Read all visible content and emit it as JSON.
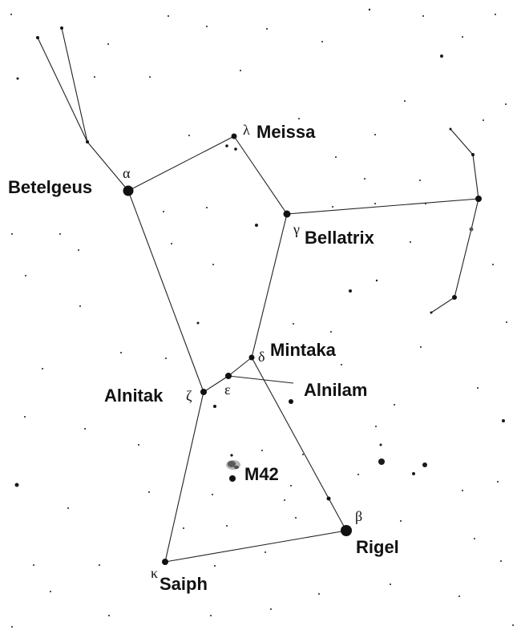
{
  "stars": {
    "betelgeuse": {
      "name": "Betelgeus",
      "greek": "α"
    },
    "meissa": {
      "name": "Meissa",
      "greek": "λ"
    },
    "bellatrix": {
      "name": "Bellatrix",
      "greek": "γ"
    },
    "mintaka": {
      "name": "Mintaka",
      "greek": "δ"
    },
    "alnilam": {
      "name": "Alnilam",
      "greek": "ε"
    },
    "alnitak": {
      "name": "Alnitak",
      "greek": "ζ"
    },
    "rigel": {
      "name": "Rigel",
      "greek": "β"
    },
    "saiph": {
      "name": "Saiph",
      "greek": "κ"
    }
  },
  "nebula": {
    "name": "M42"
  }
}
